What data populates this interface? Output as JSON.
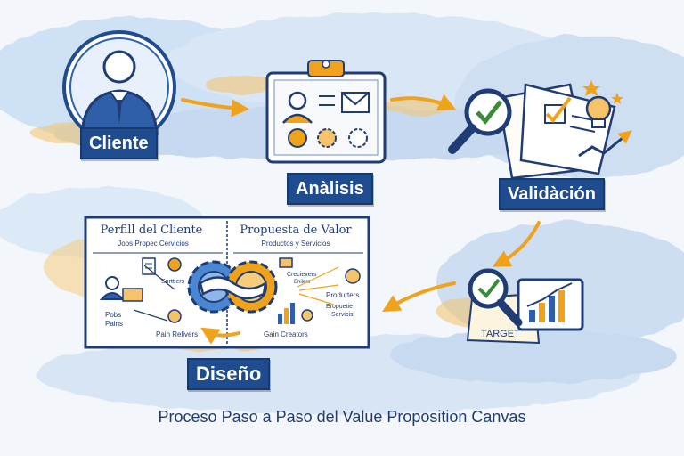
{
  "steps": {
    "cliente": "Cliente",
    "analisis": "Anàlisis",
    "validacion": "Validàción",
    "diseno": "Diseño"
  },
  "canvas": {
    "left_title": "Perfill del Cliente",
    "left_subtitle": "Jobs Propec Cervicios",
    "right_title": "Propuesta de Valor",
    "right_subtitle": "Productos y Servicios",
    "sorters": "Sorttiers",
    "pobs": "Pobs",
    "pains": "Pains",
    "pain_relievers": "Pain Relivers",
    "crecievers": "Crecievers",
    "enilers": "Enilers",
    "produrters": "Produrters",
    "eropuetie": "Eropuetie",
    "servicis": "Servicis",
    "gain_creators": "Gain Creators"
  },
  "target_label": "TARGET",
  "caption": "Proceso Paso a Paso del Value Proposition Canvas",
  "colors": {
    "navy": "#1f4c8f",
    "accent_orange": "#f0a21a",
    "ink": "#1f3c75",
    "watercolor_blue": "#a9c8ee",
    "check_green": "#3b8b3b"
  },
  "icons": [
    "person-icon",
    "clipboard-icon",
    "magnifier-check-icon",
    "lightbulb-icon",
    "star-icon",
    "gear-icon",
    "chart-icon",
    "arrow-icon"
  ]
}
